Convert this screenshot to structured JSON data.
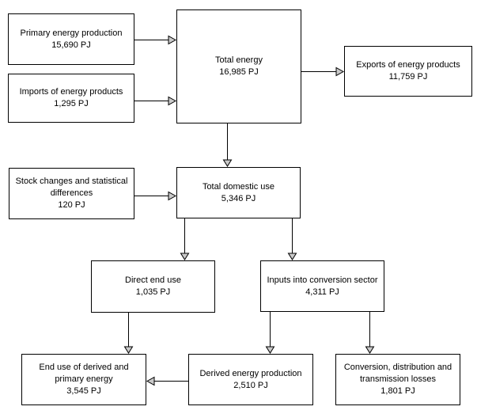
{
  "diagram": {
    "type": "flowchart",
    "subject": "energy-balance",
    "unit": "PJ",
    "nodes": {
      "primary": {
        "label": "Primary energy production",
        "value": "15,690 PJ"
      },
      "imports": {
        "label": "Imports of energy products",
        "value": "1,295 PJ"
      },
      "total_energy": {
        "label": "Total energy",
        "value": "16,985 PJ"
      },
      "exports": {
        "label": "Exports of energy products",
        "value": "11,759 PJ"
      },
      "stock_changes": {
        "label": "Stock changes and statistical differences",
        "value": "120 PJ"
      },
      "total_domestic": {
        "label": "Total domestic use",
        "value": "5,346 PJ"
      },
      "direct_end_use": {
        "label": "Direct end use",
        "value": "1,035 PJ"
      },
      "conversion_inputs": {
        "label": "Inputs into conversion sector",
        "value": "4,311 PJ"
      },
      "end_use_derived_primary": {
        "label": "End use of derived and primary energy",
        "value": "3,545 PJ"
      },
      "derived_production": {
        "label": "Derived energy production",
        "value": "2,510 PJ"
      },
      "conversion_losses": {
        "label": "Conversion, distribution and transmission losses",
        "value": "1,801 PJ"
      }
    },
    "edges": [
      {
        "from": "primary",
        "to": "total_energy"
      },
      {
        "from": "imports",
        "to": "total_energy"
      },
      {
        "from": "total_energy",
        "to": "exports"
      },
      {
        "from": "total_energy",
        "to": "total_domestic"
      },
      {
        "from": "stock_changes",
        "to": "total_domestic"
      },
      {
        "from": "total_domestic",
        "to": "direct_end_use"
      },
      {
        "from": "total_domestic",
        "to": "conversion_inputs"
      },
      {
        "from": "direct_end_use",
        "to": "end_use_derived_primary"
      },
      {
        "from": "conversion_inputs",
        "to": "derived_production"
      },
      {
        "from": "conversion_inputs",
        "to": "conversion_losses"
      },
      {
        "from": "derived_production",
        "to": "end_use_derived_primary"
      }
    ],
    "colors": {
      "box_border": "#000000",
      "box_fill": "#ffffff",
      "text": "#000000",
      "line": "#000000",
      "arrowhead_fill": "#c9c9c9"
    }
  }
}
